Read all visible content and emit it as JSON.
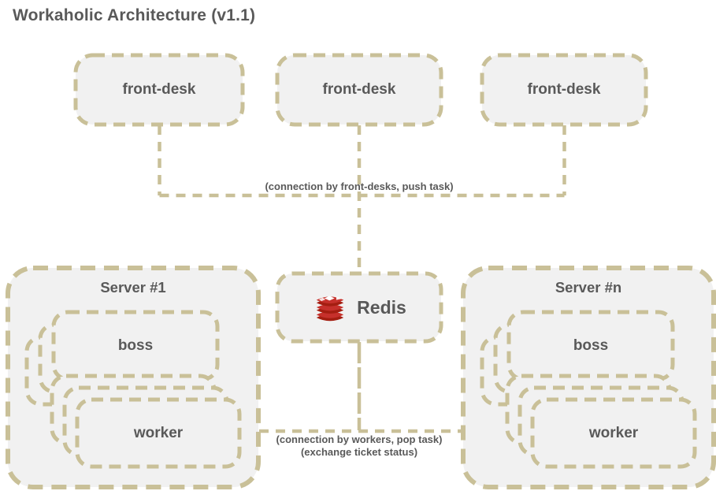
{
  "title": "Workaholic Architecture (v1.1)",
  "colors": {
    "background": "#ffffff",
    "border": "#c9c098",
    "node_fill": "#f1f1f1",
    "text": "#595959",
    "redis_red": "#c6302b",
    "redis_dark": "#a41e11"
  },
  "front_desks": [
    {
      "label": "front-desk"
    },
    {
      "label": "front-desk"
    },
    {
      "label": "front-desk"
    }
  ],
  "redis": {
    "label": "Redis",
    "icon": "redis-logo-icon"
  },
  "connections": {
    "push_label": "(connection by front-desks, push task)",
    "pop_label": "(connection by workers, pop task)",
    "exchange_label": "(exchange ticket status)"
  },
  "servers": [
    {
      "title": "Server #1",
      "boss_label": "boss",
      "worker_label": "worker"
    },
    {
      "title": "Server #n",
      "boss_label": "boss",
      "worker_label": "worker"
    }
  ]
}
